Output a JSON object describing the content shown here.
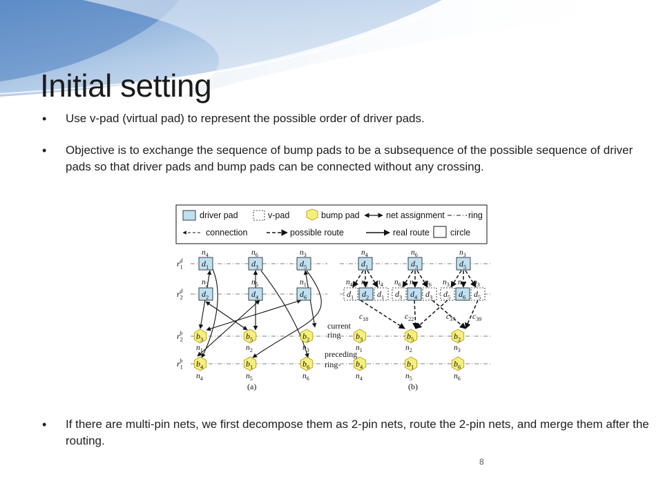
{
  "slide": {
    "title": "Initial setting",
    "bullets": [
      "Use v-pad (virtual pad) to represent the possible order of driver pads.",
      "Objective is to exchange the sequence of bump pads to be a subsequence of the possible sequence of driver pads so that driver pads and bump pads can be connected without any crossing.",
      "If there are multi-pin nets, we first decompose them as 2-pin nets, route the 2-pin nets, and merge them after the routing."
    ],
    "page_number": "8"
  },
  "figure": {
    "legend": {
      "driver_pad": "driver pad",
      "v_pad": "v-pad",
      "bump_pad": "bump pad",
      "net_assignment": "net assignment",
      "ring": "ring",
      "connection": "connection",
      "possible_route": "possible route",
      "real_route": "real route",
      "circle": "circle"
    },
    "ring_labels": [
      {
        "r": "r",
        "sub": "1",
        "sup": "d"
      },
      {
        "r": "r",
        "sub": "2",
        "sup": "d"
      },
      {
        "r": "r",
        "sub": "2",
        "sup": "b"
      },
      {
        "r": "r",
        "sub": "1",
        "sup": "b"
      }
    ],
    "panel_a": {
      "caption": "(a)",
      "driver_top": [
        {
          "d": "d",
          "sub": "1",
          "net": "n",
          "nsub": "4"
        },
        {
          "d": "d",
          "sub": "3",
          "net": "n",
          "nsub": "6"
        },
        {
          "d": "d",
          "sub": "5",
          "net": "n",
          "nsub": "3"
        }
      ],
      "driver_bottom": [
        {
          "d": "d",
          "sub": "2",
          "net": "n",
          "nsub": "2"
        },
        {
          "d": "d",
          "sub": "4",
          "net": "n",
          "nsub": "5"
        },
        {
          "d": "d",
          "sub": "6",
          "net": "n",
          "nsub": "1"
        }
      ],
      "bump_upper": [
        {
          "b": "b",
          "sub": "3",
          "net": "n",
          "nsub": "1"
        },
        {
          "b": "b",
          "sub": "5",
          "net": "n",
          "nsub": "2"
        },
        {
          "b": "b",
          "sub": "2",
          "net": "n",
          "nsub": "3"
        }
      ],
      "bump_lower": [
        {
          "b": "b",
          "sub": "4",
          "net": "n",
          "nsub": "4"
        },
        {
          "b": "b",
          "sub": "1",
          "net": "n",
          "nsub": "5"
        },
        {
          "b": "b",
          "sub": "6",
          "net": "n",
          "nsub": "6"
        }
      ]
    },
    "panel_b": {
      "caption": "(b)",
      "current_ring": [
        "current",
        "ring"
      ],
      "preceding_ring": [
        "preceding",
        "ring-"
      ],
      "driver_top": [
        {
          "d": "d",
          "sub": "1",
          "net": "n",
          "nsub": "4"
        },
        {
          "d": "d",
          "sub": "3",
          "net": "n",
          "nsub": "6"
        },
        {
          "d": "d",
          "sub": "5",
          "net": "n",
          "nsub": "3"
        }
      ],
      "pad_row": [
        {
          "d": "d",
          "sub": "1",
          "virtual": true,
          "net": "n",
          "nsub": "4"
        },
        {
          "d": "d",
          "sub": "2",
          "virtual": false,
          "net": "n",
          "nsub": "2"
        },
        {
          "d": "d",
          "sub": "1",
          "virtual": true,
          "net": "n",
          "nsub": "4"
        },
        {
          "d": "d",
          "sub": "3",
          "virtual": true,
          "net": "n",
          "nsub": "6"
        },
        {
          "d": "d",
          "sub": "4",
          "virtual": false,
          "net": "n",
          "nsub": "5"
        },
        {
          "d": "d",
          "sub": "3",
          "virtual": true,
          "net": "n",
          "nsub": "6"
        },
        {
          "d": "d",
          "sub": "5",
          "virtual": true,
          "net": "n",
          "nsub": "3"
        },
        {
          "d": "d",
          "sub": "6",
          "virtual": false,
          "net": "n",
          "nsub": "1"
        },
        {
          "d": "d",
          "sub": "5",
          "virtual": true,
          "net": "n",
          "nsub": "3"
        }
      ],
      "circle_labels": [
        {
          "c": "c",
          "sub": "18"
        },
        {
          "c": "c",
          "sub": "22"
        },
        {
          "c": "c",
          "sub": "37"
        },
        {
          "c": "c",
          "sub": "39"
        }
      ],
      "bump_upper": [
        {
          "b": "b",
          "sub": "3",
          "net": "n",
          "nsub": "1"
        },
        {
          "b": "b",
          "sub": "5",
          "net": "n",
          "nsub": "2"
        },
        {
          "b": "b",
          "sub": "2",
          "net": "n",
          "nsub": "3"
        }
      ],
      "bump_lower": [
        {
          "b": "b",
          "sub": "4",
          "net": "n",
          "nsub": "4"
        },
        {
          "b": "b",
          "sub": "1",
          "net": "n",
          "nsub": "5"
        },
        {
          "b": "b",
          "sub": "6",
          "net": "n",
          "nsub": "6"
        }
      ]
    }
  },
  "colors": {
    "driver_fill": "#bfe0f0",
    "bump_fill": "#f6f07a",
    "bump_stroke": "#b59a20",
    "decor_blue": "#7aa6d4"
  }
}
